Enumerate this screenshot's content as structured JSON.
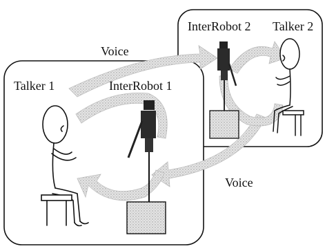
{
  "labels": {
    "talker1": "Talker 1",
    "interrobot1": "InterRobot 1",
    "interrobot2": "InterRobot 2",
    "talker2": "Talker 2",
    "voice_top": "Voice",
    "voice_bottom": "Voice"
  },
  "colors": {
    "line": "#111111",
    "arrow_fill": "#d9d9d9",
    "arrow_stroke": "#bdbdbd",
    "box_fill": "#ececec",
    "robot": "#222222"
  }
}
